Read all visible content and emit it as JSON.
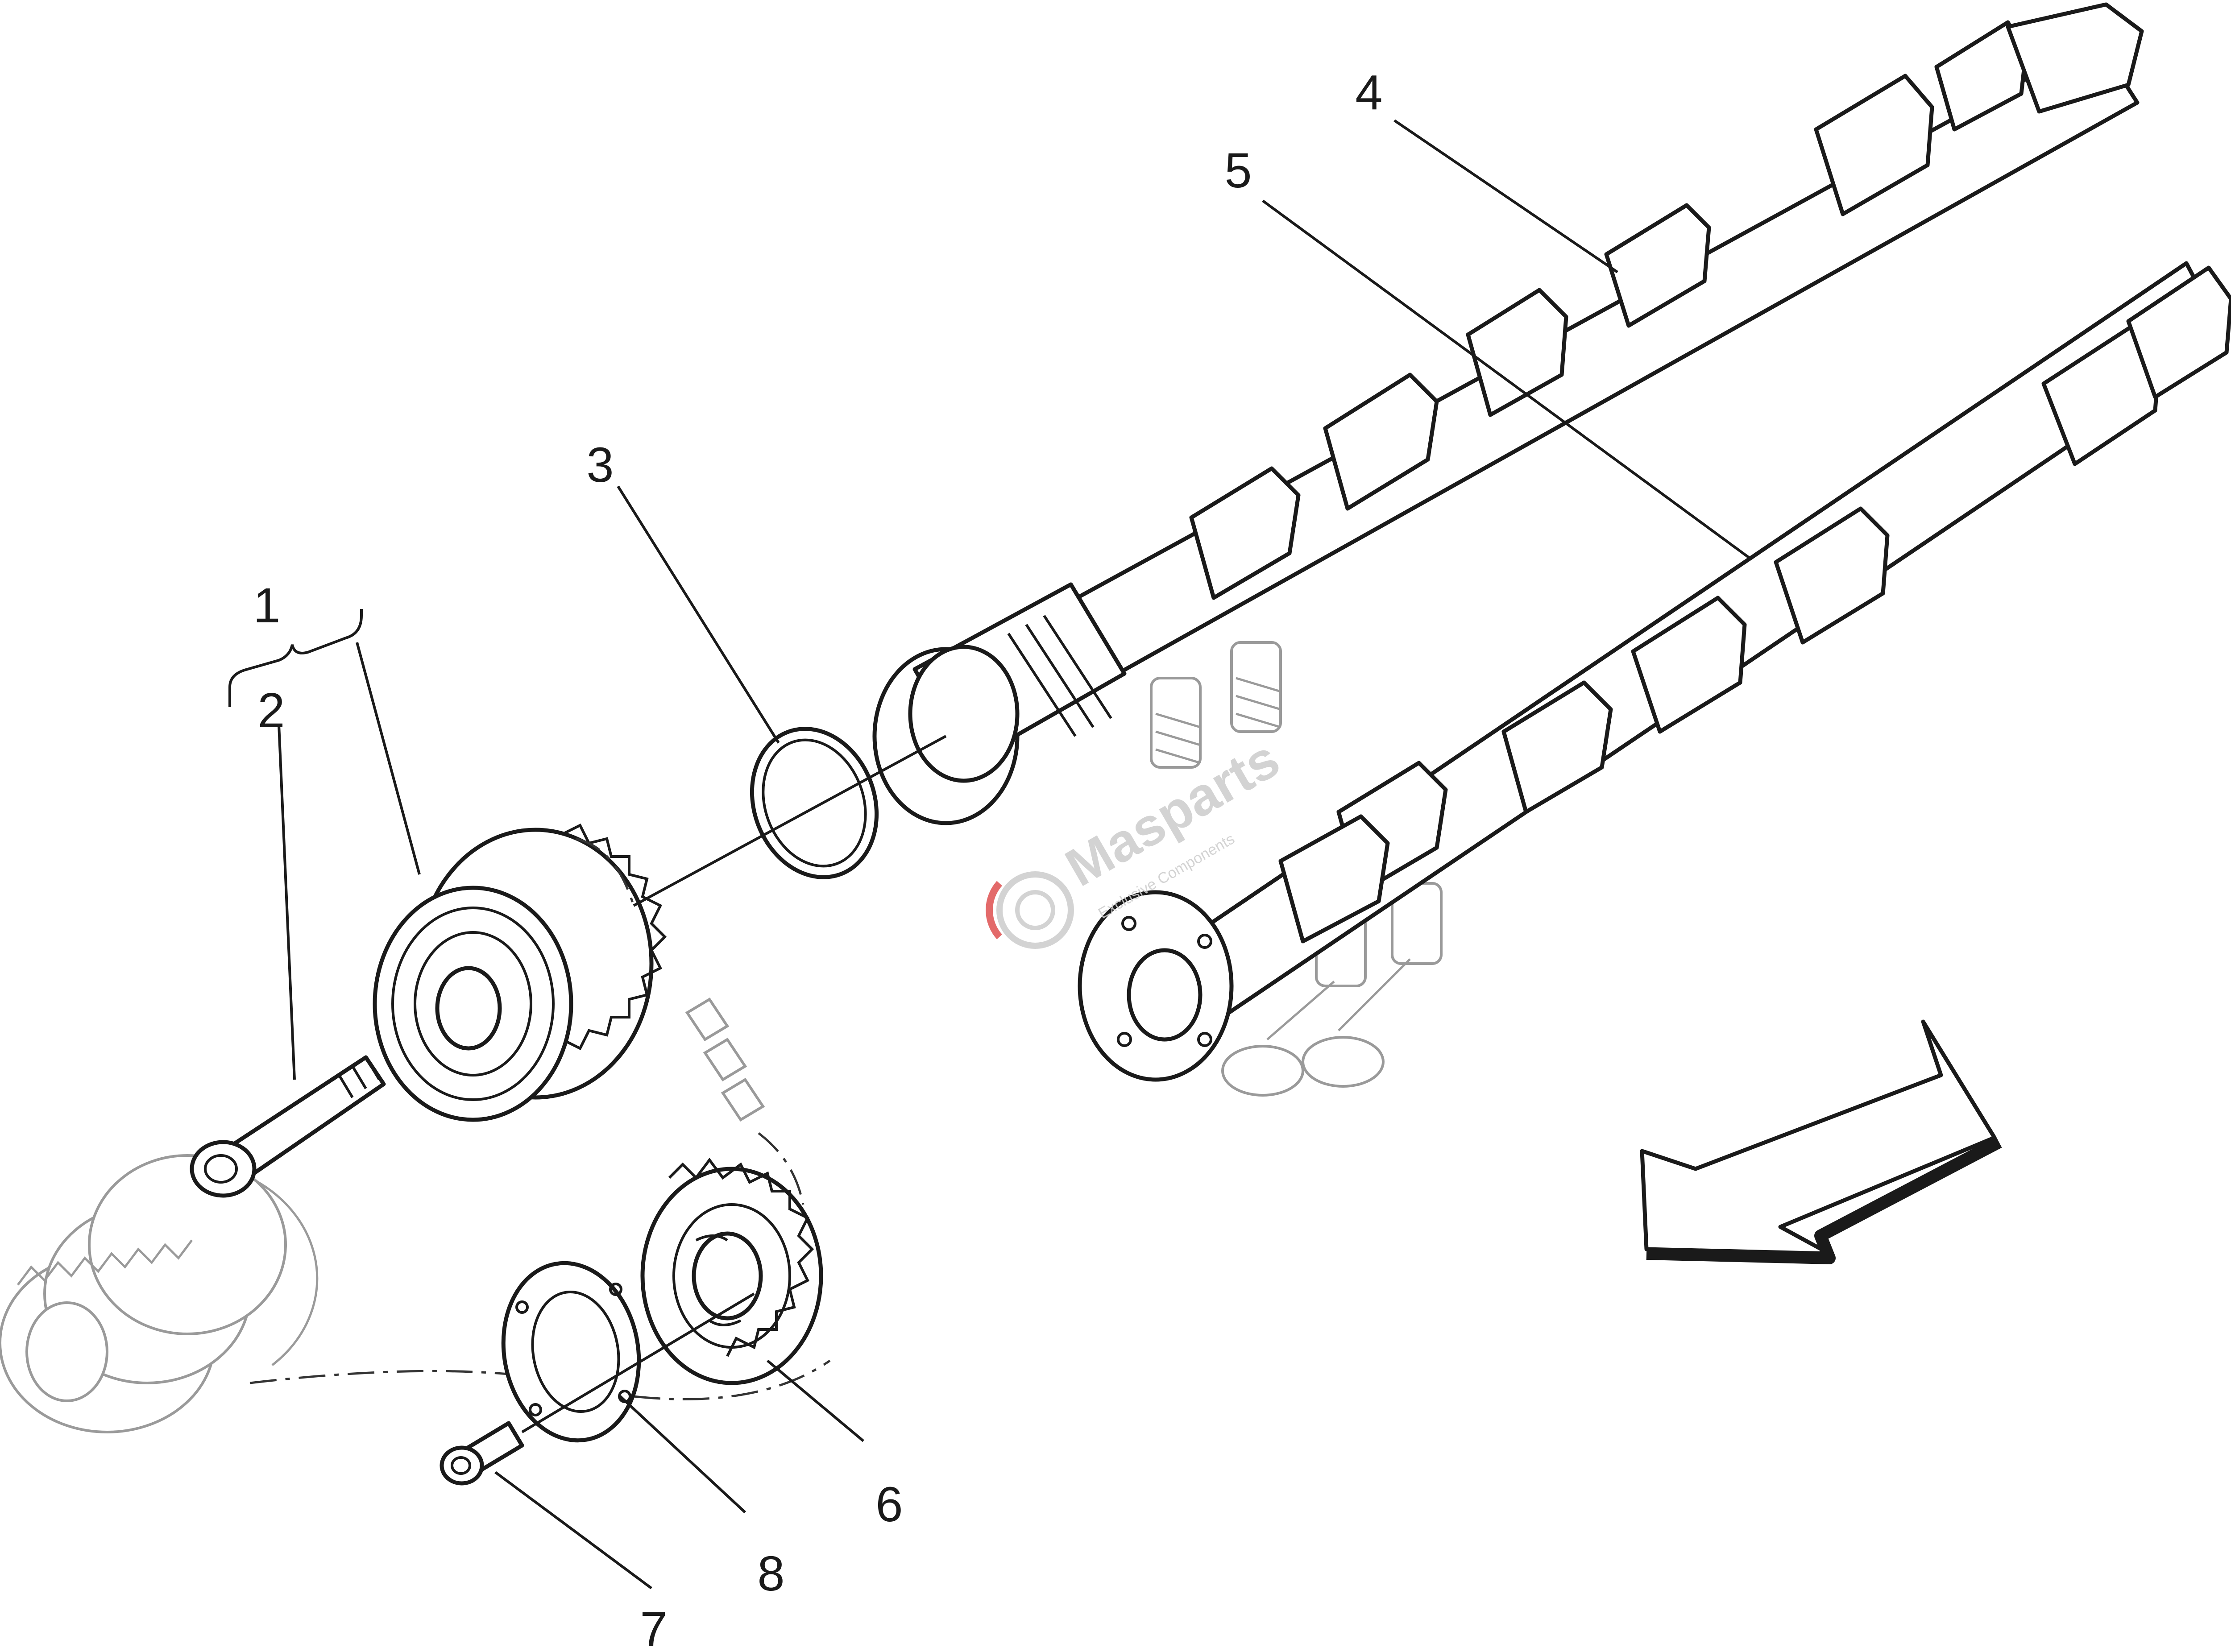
{
  "callouts": [
    {
      "id": "1",
      "label": "1"
    },
    {
      "id": "2",
      "label": "2"
    },
    {
      "id": "3",
      "label": "3"
    },
    {
      "id": "4",
      "label": "4"
    },
    {
      "id": "5",
      "label": "5"
    },
    {
      "id": "6",
      "label": "6"
    },
    {
      "id": "7",
      "label": "7"
    },
    {
      "id": "8",
      "label": "8"
    }
  ],
  "watermark": {
    "brand": "Masparts",
    "tagline": "Exclusive Components"
  },
  "colors": {
    "ink": "#1a1a1a",
    "faded": "#9a9a9a",
    "watermark": "#cfcfcf",
    "watermark_accent": "#e05a5a"
  }
}
